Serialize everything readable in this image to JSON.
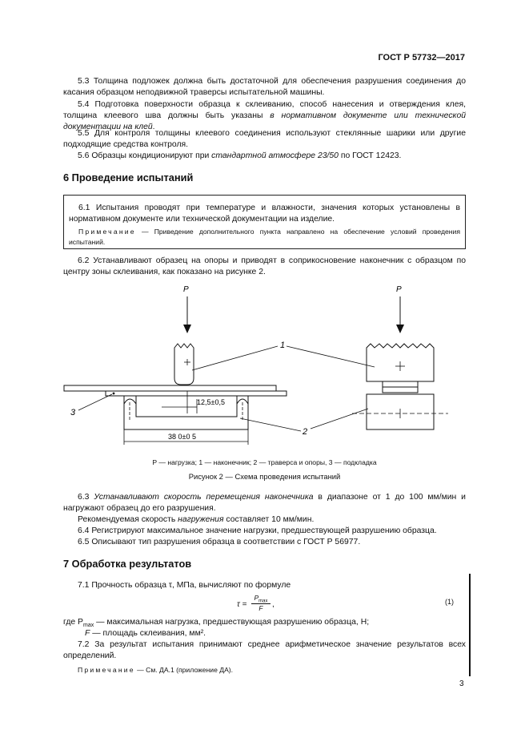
{
  "header": {
    "doc_id": "ГОСТ Р 57732—2017"
  },
  "section5": {
    "p5_3": "5.3 Толщина подложек должна быть достаточной для обеспечения разрушения соединения до касания образцом неподвижной траверсы испытательной машины.",
    "p5_4_a": "5.4 Подготовка поверхности образца к склеиванию, способ нанесения и отверждения клея, толщина клеевого шва должны быть указаны ",
    "p5_4_b": "в нормативном документе или технической документации на клей",
    "p5_4_c": ".",
    "p5_5": "5.5 Для контроля толщины клеевого соединения используют стеклянные шарики или другие подходящие средства контроля.",
    "p5_6_a": "5.6 Образцы кондиционируют при ",
    "p5_6_b": "стандартной атмосфере 23/50",
    "p5_6_c": " по ГОСТ 12423."
  },
  "section6": {
    "heading": "6 Проведение испытаний",
    "p6_1": "6.1 Испытания проводят при температуре и влажности, значения которых установлены в нормативном документе или технической документации на изделие.",
    "note_label": "Примечание",
    "note_text": " — Приведение дополнительного пункта направлено на обеспечение условий проведения испытаний.",
    "p6_2": "6.2 Устанавливают образец на опоры и приводят в соприкосновение наконечник с образцом по центру зоны склеивания, как показано на рисунке 2.",
    "p6_3_a": "6.3 ",
    "p6_3_b": "Устанавливают скорость перемещения наконечника",
    "p6_3_c": " в диапазоне от 1 до 100 мм/мин и нагружают образец до его разрушения.",
    "p6_3_d1": "Рекомендуемая скорость ",
    "p6_3_d2": "нагружения",
    "p6_3_d3": " составляет 10 мм/мин.",
    "p6_4": "6.4 Регистрируют максимальное значение нагрузки, предшествующей разрушению образца.",
    "p6_5": "6.5 Описывают тип разрушения образца в соответствии с ГОСТ Р 56977."
  },
  "figure": {
    "label_p_left": "P",
    "label_p_right": "P",
    "callout_1": "1",
    "callout_2": "2",
    "callout_3": "3",
    "dim_small": "12,5±0,5",
    "dim_large": "38 0±0 5",
    "legend": "P — нагрузка; 1 — наконечник; 2 — траверса и опоры, 3 — подкладка",
    "caption": "Рисунок 2 — Схема проведения испытаний"
  },
  "section7": {
    "heading": "7 Обработка результатов",
    "p7_1": "7.1 Прочность образца τ, МПа, вычисляют по формуле",
    "formula_lhs": "τ =",
    "formula_num": "P",
    "formula_num_sub": "max",
    "formula_den": "F",
    "formula_tail": ",",
    "formula_number": "(1)",
    "where_a": "где P",
    "where_a_sub": "max",
    "where_a_text": " — максимальная нагрузка, предшествующая разрушению образца, Н;",
    "where_b_sym": "F",
    "where_b_text": " — площадь склеивания, мм².",
    "p7_2": "7.2 За результат испытания принимают среднее арифметическое значение результатов всех определений.",
    "note_label": "Примечание",
    "note_text": " — См. ДА.1 (приложение ДА)."
  },
  "footer": {
    "page_number": "3"
  }
}
